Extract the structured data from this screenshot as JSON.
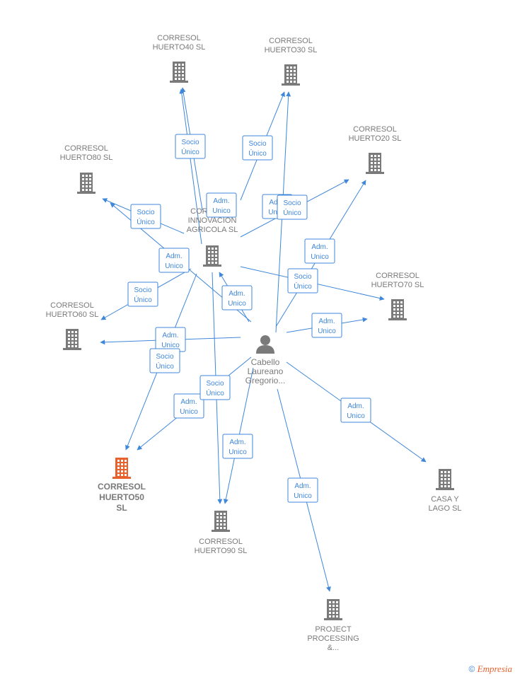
{
  "colors": {
    "edge": "#3f87d9",
    "company": "#7a7a7a",
    "focus": "#e8612c",
    "person": "#7a7a7a"
  },
  "nodes": [
    {
      "id": "h40",
      "type": "company",
      "lines": [
        "CORRESOL",
        "HUERTO40  SL"
      ]
    },
    {
      "id": "h30",
      "type": "company",
      "lines": [
        "CORRESOL",
        "HUERTO30  SL"
      ]
    },
    {
      "id": "h20",
      "type": "company",
      "lines": [
        "CORRESOL",
        "HUERTO20  SL"
      ]
    },
    {
      "id": "h80",
      "type": "company",
      "lines": [
        "CORRESOL",
        "HUERTO80  SL"
      ]
    },
    {
      "id": "inn",
      "type": "company",
      "lines": [
        "CORRESOL",
        "INNOVACION",
        "AGRICOLA  SL"
      ]
    },
    {
      "id": "h70",
      "type": "company",
      "lines": [
        "CORRESOL",
        "HUERTO70  SL"
      ]
    },
    {
      "id": "h60",
      "type": "company",
      "lines": [
        "CORRESOL",
        "HUERTO60  SL"
      ]
    },
    {
      "id": "person",
      "type": "person",
      "lines": [
        "Cabello",
        "Laureano",
        "Gregorio..."
      ]
    },
    {
      "id": "h50",
      "type": "focus",
      "lines": [
        "CORRESOL",
        "HUERTO50",
        "SL"
      ]
    },
    {
      "id": "h90",
      "type": "company",
      "lines": [
        "CORRESOL",
        "HUERTO90  SL"
      ]
    },
    {
      "id": "casa",
      "type": "company",
      "lines": [
        "CASA Y",
        "LAGO  SL"
      ]
    },
    {
      "id": "proj",
      "type": "company",
      "lines": [
        "PROJECT",
        "PROCESSING",
        "&..."
      ]
    }
  ],
  "edges": [
    {
      "from": "person",
      "to": "h40",
      "label": [
        "Adm.",
        "Unico"
      ]
    },
    {
      "from": "inn",
      "to": "h40",
      "label": [
        "Socio",
        "Único"
      ]
    },
    {
      "from": "inn",
      "to": "h30",
      "label": [
        "Socio",
        "Único"
      ]
    },
    {
      "from": "person",
      "to": "h30",
      "label": [
        "Adm.",
        "Unico"
      ]
    },
    {
      "from": "inn",
      "to": "h20",
      "label": [
        "Socio",
        "Único"
      ]
    },
    {
      "from": "person",
      "to": "h20",
      "label": [
        "Adm.",
        "Unico"
      ]
    },
    {
      "from": "inn",
      "to": "h80",
      "label": [
        "Socio",
        "Único"
      ]
    },
    {
      "from": "person",
      "to": "h80",
      "label": [
        "Adm.",
        "Unico"
      ]
    },
    {
      "from": "inn",
      "to": "h70",
      "label": [
        "Socio",
        "Único"
      ]
    },
    {
      "from": "person",
      "to": "h70",
      "label": [
        "Adm.",
        "Unico"
      ]
    },
    {
      "from": "person",
      "to": "inn",
      "label": [
        "Adm.",
        "Unico"
      ]
    },
    {
      "from": "inn",
      "to": "h60",
      "label": [
        "Socio",
        "Único"
      ]
    },
    {
      "from": "person",
      "to": "h60",
      "label": [
        "Adm.",
        "Unico"
      ]
    },
    {
      "from": "inn",
      "to": "h50",
      "label": [
        "Socio",
        "Único"
      ]
    },
    {
      "from": "person",
      "to": "h50",
      "label": [
        "Adm.",
        "Unico"
      ]
    },
    {
      "from": "inn",
      "to": "h90",
      "label": [
        "Socio",
        "Único"
      ]
    },
    {
      "from": "person",
      "to": "h90",
      "label": [
        "Adm.",
        "Unico"
      ]
    },
    {
      "from": "person",
      "to": "casa",
      "label": [
        "Adm.",
        "Unico"
      ]
    },
    {
      "from": "person",
      "to": "proj",
      "label": [
        "Adm.",
        "Unico"
      ]
    }
  ],
  "footer": {
    "copyright": "©",
    "brand": "Empresia"
  }
}
